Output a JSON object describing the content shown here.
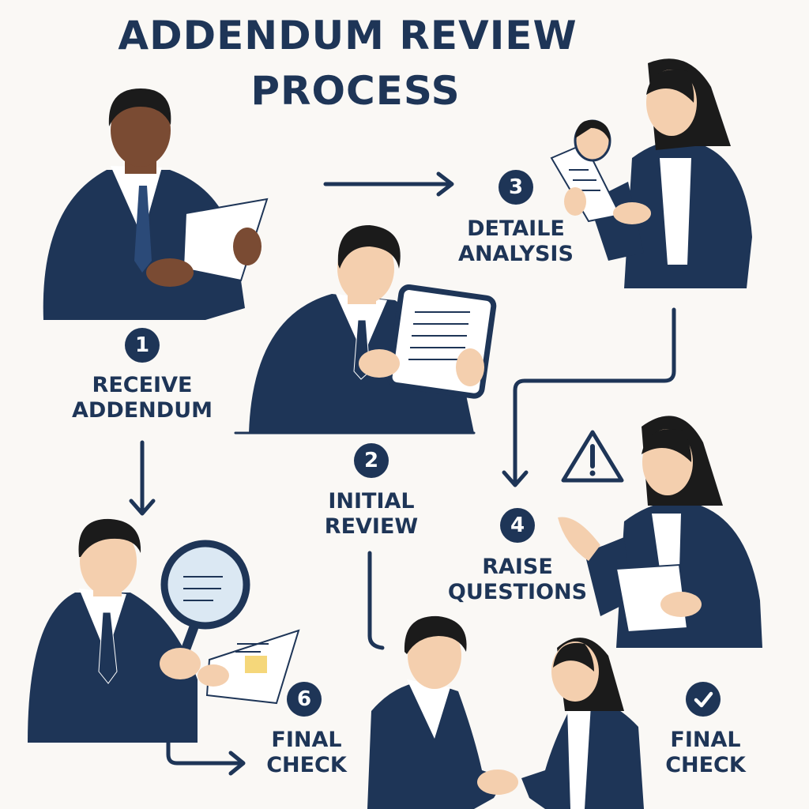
{
  "title": {
    "line1": "ADDENDUM REVIEW",
    "line2": "PROCESS"
  },
  "colors": {
    "navy": "#1e3557",
    "background": "#faf8f5",
    "skin_dark": "#7a4b33",
    "skin_light": "#f4cfae",
    "note": "#f5d77a"
  },
  "steps": [
    {
      "number": "1",
      "line1": "RECEIVE",
      "line2": "ADDENDUM"
    },
    {
      "number": "2",
      "line1": "INITIAL",
      "line2": "REVIEW"
    },
    {
      "number": "3",
      "line1": "DETAILE",
      "line2": "ANALYSIS"
    },
    {
      "number": "4",
      "line1": "RAISE",
      "line2": "QUESTIONS"
    },
    {
      "number": "6",
      "line1": "FINAL",
      "line2": "CHECK"
    },
    {
      "icon": "check-icon",
      "line1": "FINAL",
      "line2": "CHECK"
    }
  ]
}
